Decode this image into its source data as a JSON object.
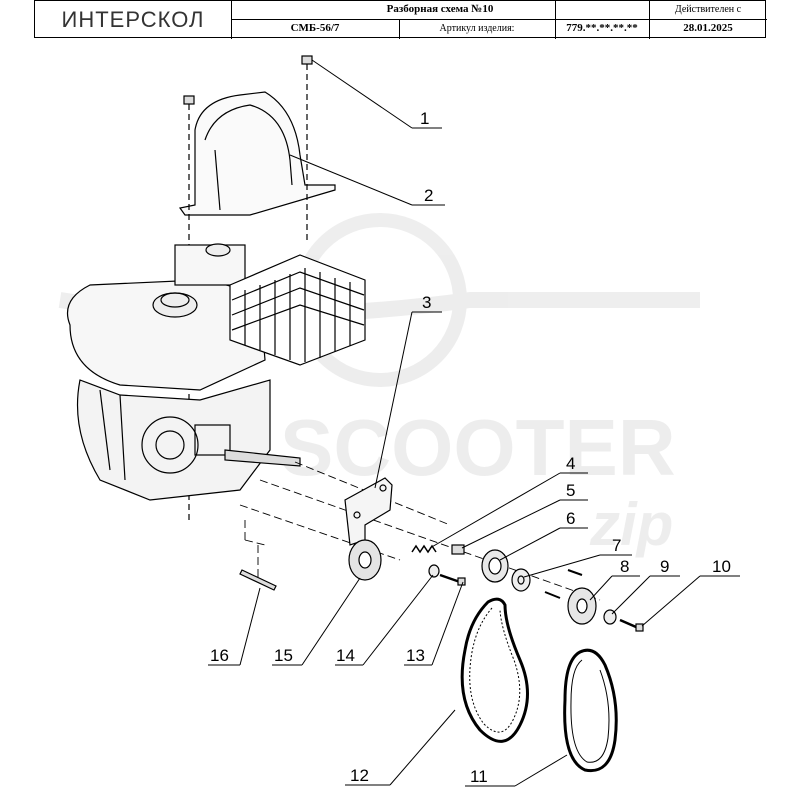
{
  "header": {
    "brand": "ИНТЕРСКОЛ",
    "title": "Разборная схема №10",
    "valid_from_label": "Действителен с",
    "model": "СМБ-56/7",
    "article_label": "Артикул изделия:",
    "article_value": "779.**.**.**.**",
    "date": "28.01.2025"
  },
  "watermark": {
    "text": "SCOOTER",
    "script": "zip"
  },
  "callouts": [
    "1",
    "2",
    "3",
    "4",
    "5",
    "6",
    "7",
    "8",
    "9",
    "10",
    "11",
    "12",
    "13",
    "14",
    "15",
    "16"
  ]
}
